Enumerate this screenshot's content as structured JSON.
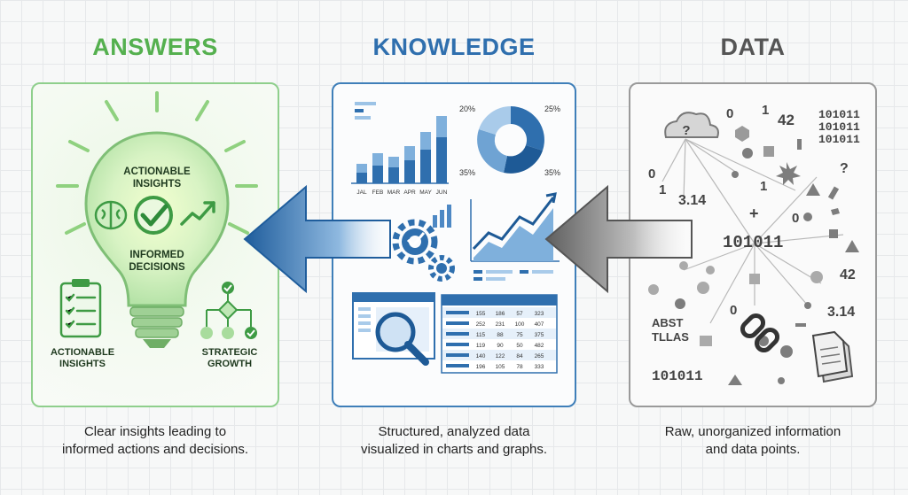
{
  "headings": {
    "answers": "ANSWERS",
    "knowledge": "KNOWLEDGE",
    "data": "DATA"
  },
  "answers_panel": {
    "bulb_top_label": "ACTIONABLE INSIGHTS",
    "bulb_bottom_label": "INFORMED DECISIONS",
    "left_label": "ACTIONABLE INSIGHTS",
    "right_label": "STRATEGIC GROWTH"
  },
  "knowledge_panel": {
    "bar_chart_months": [
      "JAL",
      "FEB",
      "MAR",
      "APR",
      "MAY",
      "JUN"
    ],
    "donut_labels": [
      "20%",
      "25%",
      "35%",
      "35%"
    ],
    "table_rows": [
      [
        "155",
        "186",
        "57",
        "323"
      ],
      [
        "252",
        "231",
        "100",
        "407"
      ],
      [
        "115",
        "88",
        "75",
        "375"
      ],
      [
        "119",
        "90",
        "50",
        "482"
      ],
      [
        "140",
        "122",
        "84",
        "265"
      ],
      [
        "196",
        "105",
        "78",
        "333"
      ]
    ]
  },
  "data_panel": {
    "binary": "101011",
    "binary_block": [
      "101011",
      "101011",
      "101011"
    ],
    "numbers": [
      "0",
      "1",
      "42",
      "0",
      "1",
      "3.14",
      "1",
      "0",
      "42",
      "0",
      "3.14"
    ],
    "symbols": [
      "?",
      "?",
      "+"
    ],
    "abst_lines": [
      "ABST",
      "TLLAS"
    ]
  },
  "captions": {
    "answers": [
      "Clear insights leading to",
      "informed actions and decisions."
    ],
    "knowledge": [
      "Structured, analyzed data",
      "visualized in charts and graphs."
    ],
    "data": [
      "Raw, unorganized information",
      "and data points."
    ]
  },
  "colors": {
    "answers_green": "#4caf50",
    "knowledge_blue": "#2f6fae",
    "data_gray": "#555555"
  }
}
